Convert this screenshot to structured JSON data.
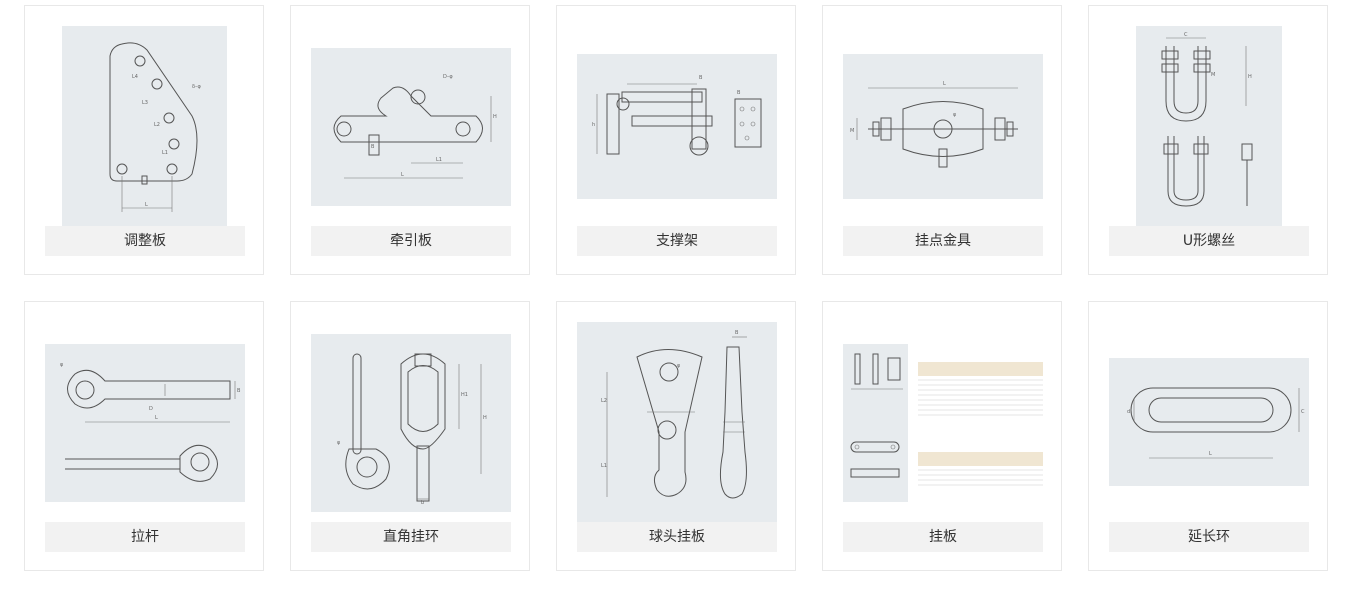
{
  "products": [
    {
      "name": "调整板"
    },
    {
      "name": "牵引板"
    },
    {
      "name": "支撑架"
    },
    {
      "name": "挂点金具"
    },
    {
      "name": "U形螺丝"
    },
    {
      "name": "拉杆"
    },
    {
      "name": "直角挂环"
    },
    {
      "name": "球头挂板"
    },
    {
      "name": "挂板"
    },
    {
      "name": "延长环"
    }
  ],
  "colors": {
    "card_border": "#e8e8e8",
    "image_background": "#e7ebee",
    "caption_background": "#f2f2f2",
    "caption_text": "#333333"
  }
}
